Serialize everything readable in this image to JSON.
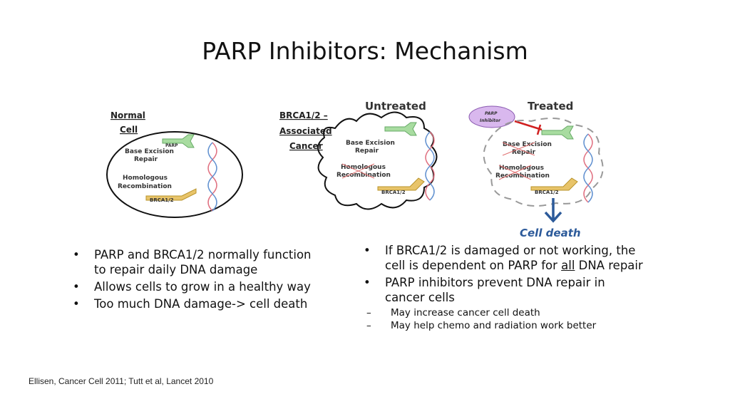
{
  "title": "PARP Inhibitors: Mechanism",
  "diagram": {
    "normal": {
      "line1": "Normal",
      "line2": "Cell"
    },
    "cancer": {
      "line1": "BRCA1/2 –",
      "line2": "Associated",
      "line3": "Cancer"
    },
    "untreated": "Untreated",
    "treated": "Treated",
    "parp": "PARP",
    "brca": "BRCA1/2",
    "ber1": "Base Excision",
    "ber2": "Repair",
    "hr1": "Homologous",
    "hr2": "Recombination",
    "inhibitor1": "PARP",
    "inhibitor2": "Inhibitor",
    "cell_death": "Cell death",
    "colors": {
      "parp": "#a8dca0",
      "brca": "#e8c46a",
      "inhibitor": "#d9b8ee",
      "arrow": "#2c5a9a",
      "block": "#d02020"
    }
  },
  "left_bullets": [
    "PARP and BRCA1/2 normally function to repair daily DNA damage",
    "Allows cells to grow in a healthy way",
    "Too much DNA damage-> cell death"
  ],
  "right_bullets": {
    "b1_pre": "If BRCA1/2 is damaged or not working, the cell is dependent on PARP for ",
    "b1_u": "all",
    "b1_post": " DNA repair",
    "b2": "PARP inhibitors prevent DNA repair in cancer cells",
    "subs": [
      "May increase cancer cell death",
      "May help chemo and radiation work better"
    ]
  },
  "citation": "Ellisen, Cancer Cell 2011; Tutt et al, Lancet 2010"
}
